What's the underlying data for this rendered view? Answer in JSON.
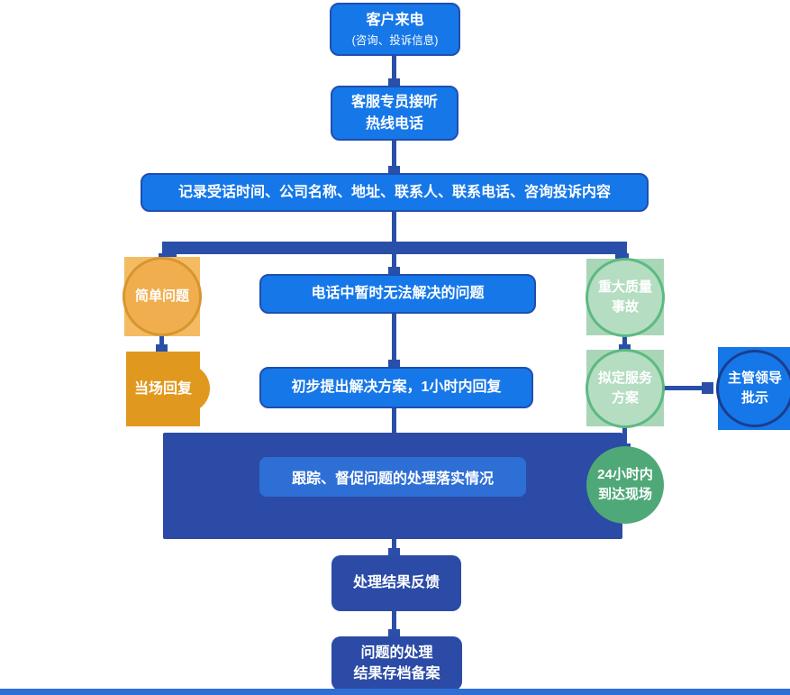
{
  "palette": {
    "bright_blue": "#1677e8",
    "box_border": "#1e4fb0",
    "dark_blue": "#2a4fa8",
    "indigo": "#2b4ba6",
    "medium_blue": "#2e6fd6",
    "orange_square": "#f4bb63",
    "orange_circle": "#f0ae4f",
    "orange_border": "#d6962f",
    "orange_dark": "#e0991e",
    "green_square": "#a9d6b7",
    "green_circle": "#b4ddc1",
    "green_border": "#5db981",
    "green_solid": "#4fa877",
    "navy_border": "#1c3d8f"
  },
  "nodes": {
    "customer_call": {
      "title": "客户来电",
      "subtitle": "(咨询、投诉信息)"
    },
    "agent_answer": {
      "line1": "客服专员接听",
      "line2": "热线电话"
    },
    "record_info": {
      "label": "记录受话时间、公司名称、地址、联系人、联系电话、咨询投诉内容"
    },
    "simple_issue": {
      "label": "简单问题"
    },
    "onspot_reply": {
      "label": "当场回复"
    },
    "phone_unsolved": {
      "label": "电话中暂时无法解决的问题"
    },
    "initial_solution": {
      "label": "初步提出解决方案，1小时内回复"
    },
    "major_accident": {
      "line1": "重大质量",
      "line2": "事故"
    },
    "service_plan": {
      "line1": "拟定服务",
      "line2": "方案"
    },
    "leader_approval": {
      "line1": "主管领导",
      "line2": "批示"
    },
    "arrive_24h": {
      "line1": "24小时内",
      "line2": "到达现场"
    },
    "track_supervise": {
      "label": "跟踪、督促问题的处理落实情况"
    },
    "result_feedback": {
      "label": "处理结果反馈"
    },
    "archive": {
      "line1": "问题的处理",
      "line2": "结果存档备案"
    }
  }
}
